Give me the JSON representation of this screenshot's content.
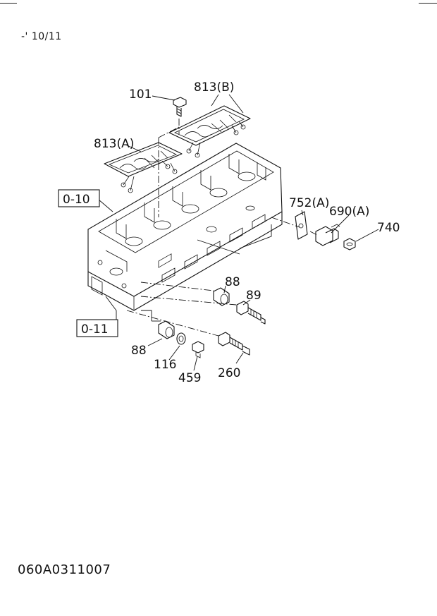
{
  "header": {
    "revision": "-' 10/11"
  },
  "callouts": {
    "c101": "101",
    "c813b": "813(B)",
    "c813a": "813(A)",
    "c0_10": "0-10",
    "c752a": "752(A)",
    "c690a": "690(A)",
    "c740": "740",
    "c88_upper": "88",
    "c89": "89",
    "c0_11": "0-11",
    "c88_lower": "88",
    "c116": "116",
    "c459": "459",
    "c260": "260"
  },
  "footer": {
    "illustration_code": "060A0311007"
  }
}
